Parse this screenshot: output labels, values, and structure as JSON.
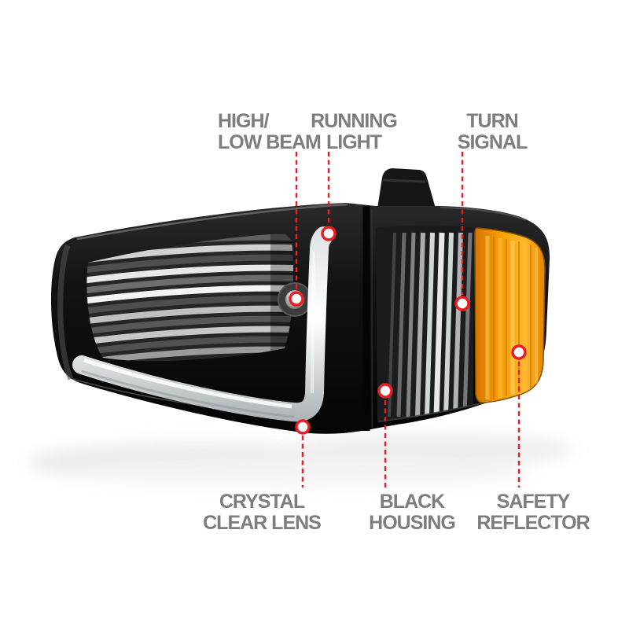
{
  "style": {
    "accent_red": "#ec1c24",
    "label_gray": "#7d7d7d",
    "housing_black": "#0d0d0d",
    "light_bar_white": "#e9eced",
    "amber_orange": "#f79d00",
    "background": "#ffffff"
  },
  "illustration": {
    "subject": "black-housing-headlight-and-corner-light-assembly-with-amber-reflector"
  },
  "callouts": [
    {
      "id": "high-low-beam",
      "line1": "HIGH/",
      "line2": "LOW BEAM"
    },
    {
      "id": "running-light",
      "line1": "RUNNING",
      "line2": "LIGHT"
    },
    {
      "id": "turn-signal",
      "line1": "TURN",
      "line2": "SIGNAL"
    },
    {
      "id": "crystal-clear-lens",
      "line1": "CRYSTAL",
      "line2": "CLEAR LENS"
    },
    {
      "id": "black-housing",
      "line1": "BLACK",
      "line2": "HOUSING"
    },
    {
      "id": "safety-reflector",
      "line1": "SAFETY",
      "line2": "REFLECTOR"
    }
  ]
}
